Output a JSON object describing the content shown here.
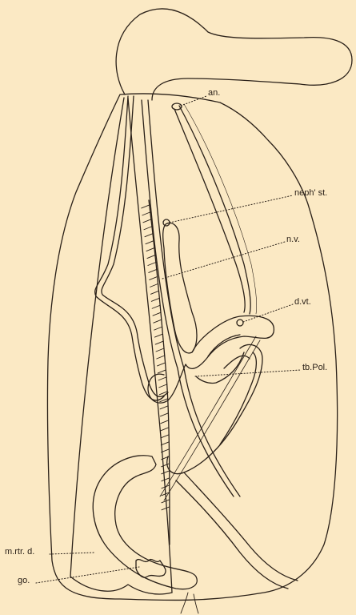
{
  "figure": {
    "background": "#fbe9c4",
    "ink": "#2a2018",
    "labels": {
      "an": "an.",
      "neph_st": "neph' st.",
      "nv": "n.v.",
      "dvt": "d.vt.",
      "tb_pol": "tb.Pol.",
      "m_rtr_d": "m.rtr. d.",
      "go": "go."
    }
  }
}
